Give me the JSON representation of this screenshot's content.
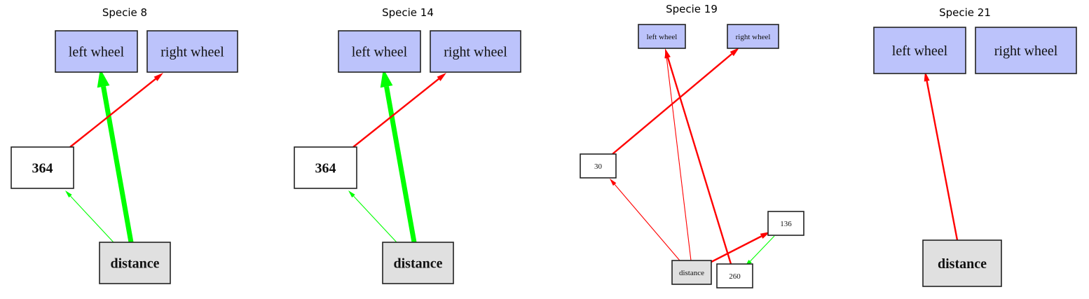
{
  "colors": {
    "output_fill": "#bcc3fb",
    "input_fill": "#e0e0e0",
    "hidden_fill": "#ffffff",
    "excitatory": "#00ff00",
    "inhibitory": "#ff0000"
  },
  "panels": [
    {
      "id": "specie-8",
      "title": "Specie 8",
      "nodes": [
        {
          "id": "lw",
          "label": "left wheel",
          "kind": "output"
        },
        {
          "id": "rw",
          "label": "right wheel",
          "kind": "output"
        },
        {
          "id": "h",
          "label": "364",
          "kind": "hidden"
        },
        {
          "id": "d",
          "label": "distance",
          "kind": "input"
        }
      ],
      "edges": [
        {
          "from": "d",
          "to": "lw",
          "sign": "excitatory",
          "weight": "strong"
        },
        {
          "from": "h",
          "to": "rw",
          "sign": "inhibitory",
          "weight": "medium"
        },
        {
          "from": "d",
          "to": "h",
          "sign": "excitatory",
          "weight": "weak"
        }
      ]
    },
    {
      "id": "specie-14",
      "title": "Specie 14",
      "nodes": [
        {
          "id": "lw",
          "label": "left wheel",
          "kind": "output"
        },
        {
          "id": "rw",
          "label": "right wheel",
          "kind": "output"
        },
        {
          "id": "h",
          "label": "364",
          "kind": "hidden"
        },
        {
          "id": "d",
          "label": "distance",
          "kind": "input"
        }
      ],
      "edges": [
        {
          "from": "d",
          "to": "lw",
          "sign": "excitatory",
          "weight": "strong"
        },
        {
          "from": "h",
          "to": "rw",
          "sign": "inhibitory",
          "weight": "medium"
        },
        {
          "from": "d",
          "to": "h",
          "sign": "excitatory",
          "weight": "weak"
        }
      ]
    },
    {
      "id": "specie-19",
      "title": "Specie 19",
      "nodes": [
        {
          "id": "lw",
          "label": "left wheel",
          "kind": "output"
        },
        {
          "id": "rw",
          "label": "right wheel",
          "kind": "output"
        },
        {
          "id": "h30",
          "label": "30",
          "kind": "hidden"
        },
        {
          "id": "h136",
          "label": "136",
          "kind": "hidden"
        },
        {
          "id": "d",
          "label": "distance",
          "kind": "input"
        },
        {
          "id": "h260",
          "label": "260",
          "kind": "hidden"
        }
      ],
      "edges": [
        {
          "from": "h30",
          "to": "rw",
          "sign": "inhibitory",
          "weight": "medium"
        },
        {
          "from": "d",
          "to": "h30",
          "sign": "inhibitory",
          "weight": "weak"
        },
        {
          "from": "d",
          "to": "lw",
          "sign": "inhibitory",
          "weight": "weak"
        },
        {
          "from": "h260",
          "to": "lw",
          "sign": "inhibitory",
          "weight": "medium"
        },
        {
          "from": "d",
          "to": "h136",
          "sign": "inhibitory",
          "weight": "medium"
        },
        {
          "from": "h136",
          "to": "h260",
          "sign": "excitatory",
          "weight": "weak"
        }
      ]
    },
    {
      "id": "specie-21",
      "title": "Specie 21",
      "nodes": [
        {
          "id": "lw",
          "label": "left wheel",
          "kind": "output"
        },
        {
          "id": "rw",
          "label": "right wheel",
          "kind": "output"
        },
        {
          "id": "d",
          "label": "distance",
          "kind": "input"
        }
      ],
      "edges": [
        {
          "from": "d",
          "to": "lw",
          "sign": "inhibitory",
          "weight": "medium"
        }
      ]
    }
  ]
}
